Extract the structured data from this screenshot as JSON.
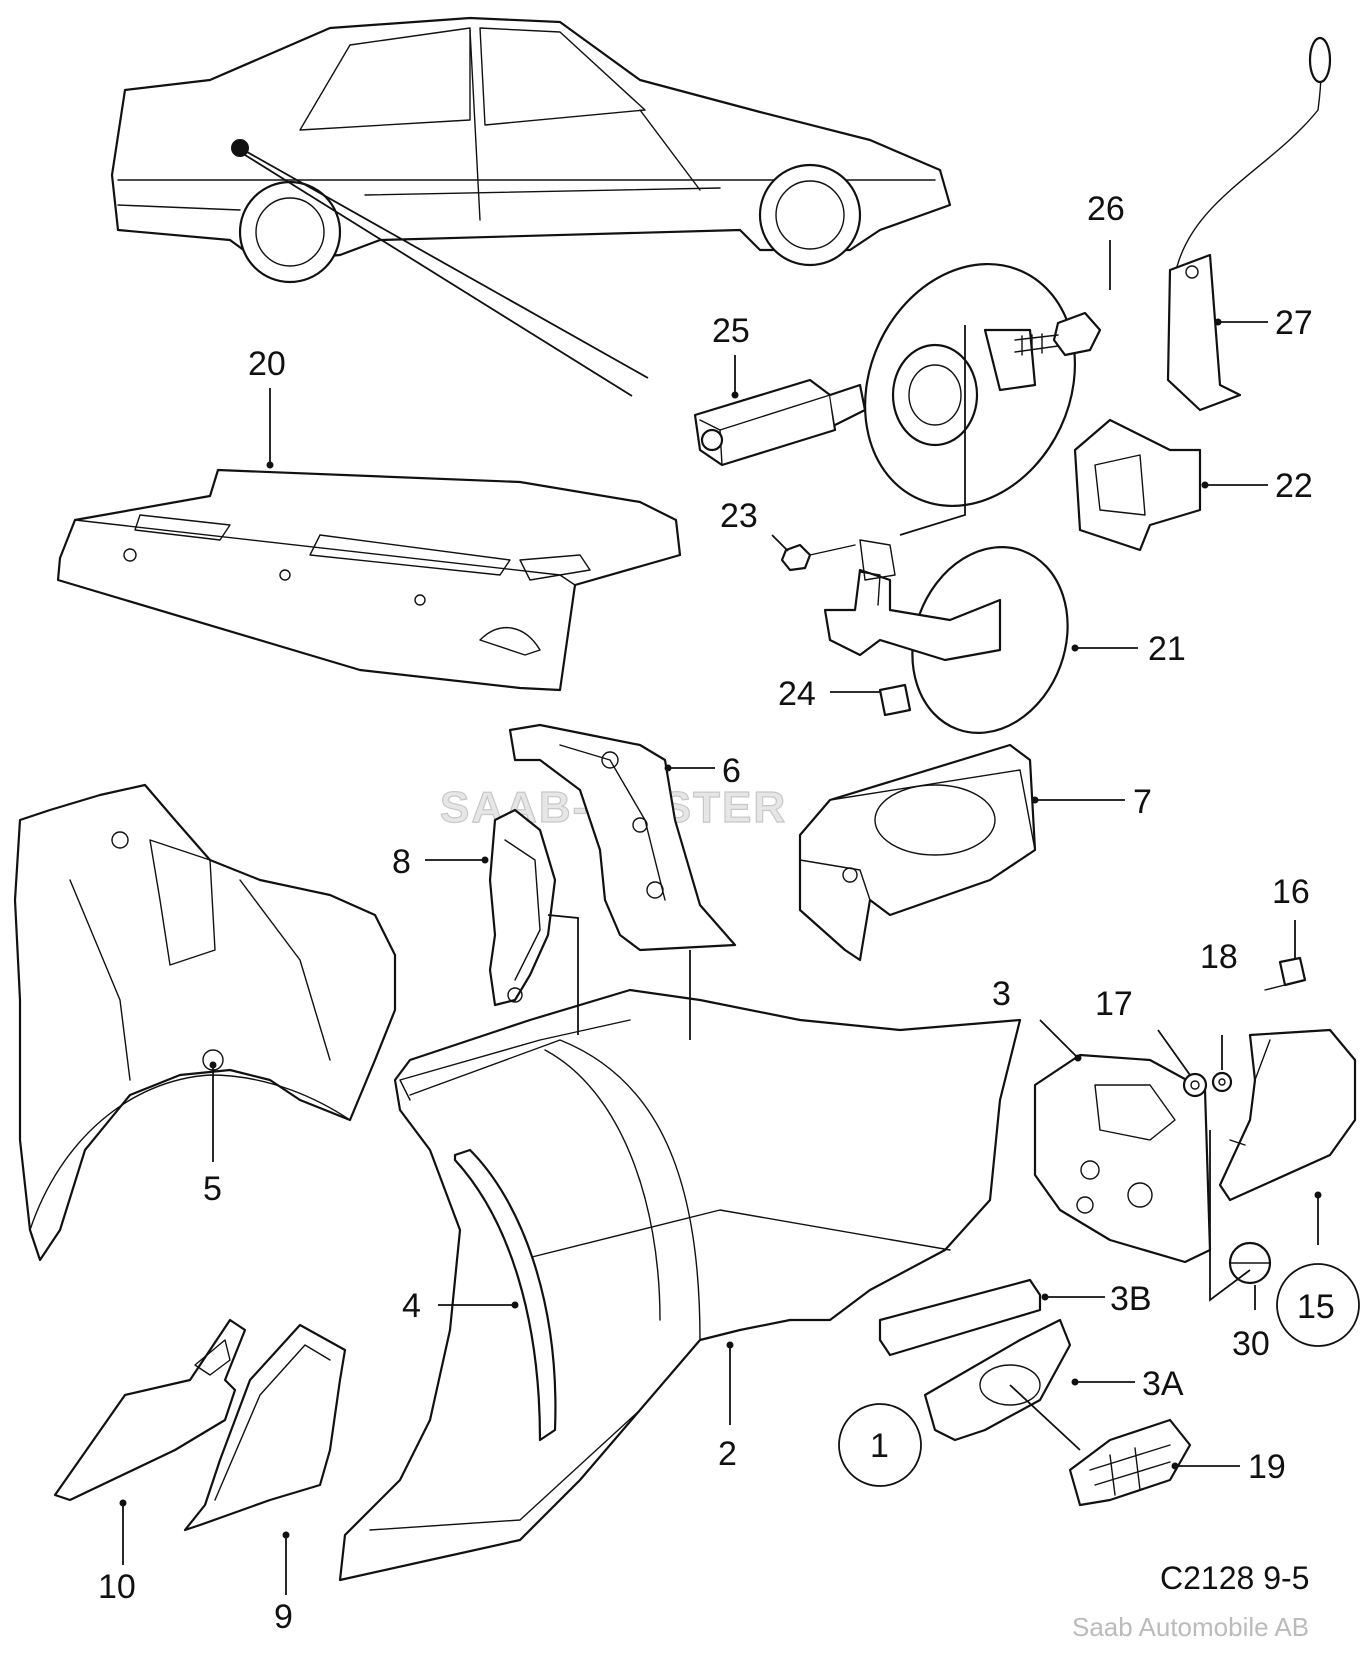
{
  "watermark": "SAAB-MASTER",
  "diagram_code": "C2128 9-5",
  "brand": "Saab Automobile AB",
  "callouts": {
    "c1": "1",
    "c2": "2",
    "c3": "3",
    "c3a": "3A",
    "c3b": "3B",
    "c4": "4",
    "c5": "5",
    "c6": "6",
    "c7": "7",
    "c8": "8",
    "c9": "9",
    "c10": "10",
    "c15": "15",
    "c16": "16",
    "c17": "17",
    "c18": "18",
    "c19": "19",
    "c20": "20",
    "c21": "21",
    "c22": "22",
    "c23": "23",
    "c24": "24",
    "c25": "25",
    "c26": "26",
    "c27": "27",
    "c30": "30"
  }
}
